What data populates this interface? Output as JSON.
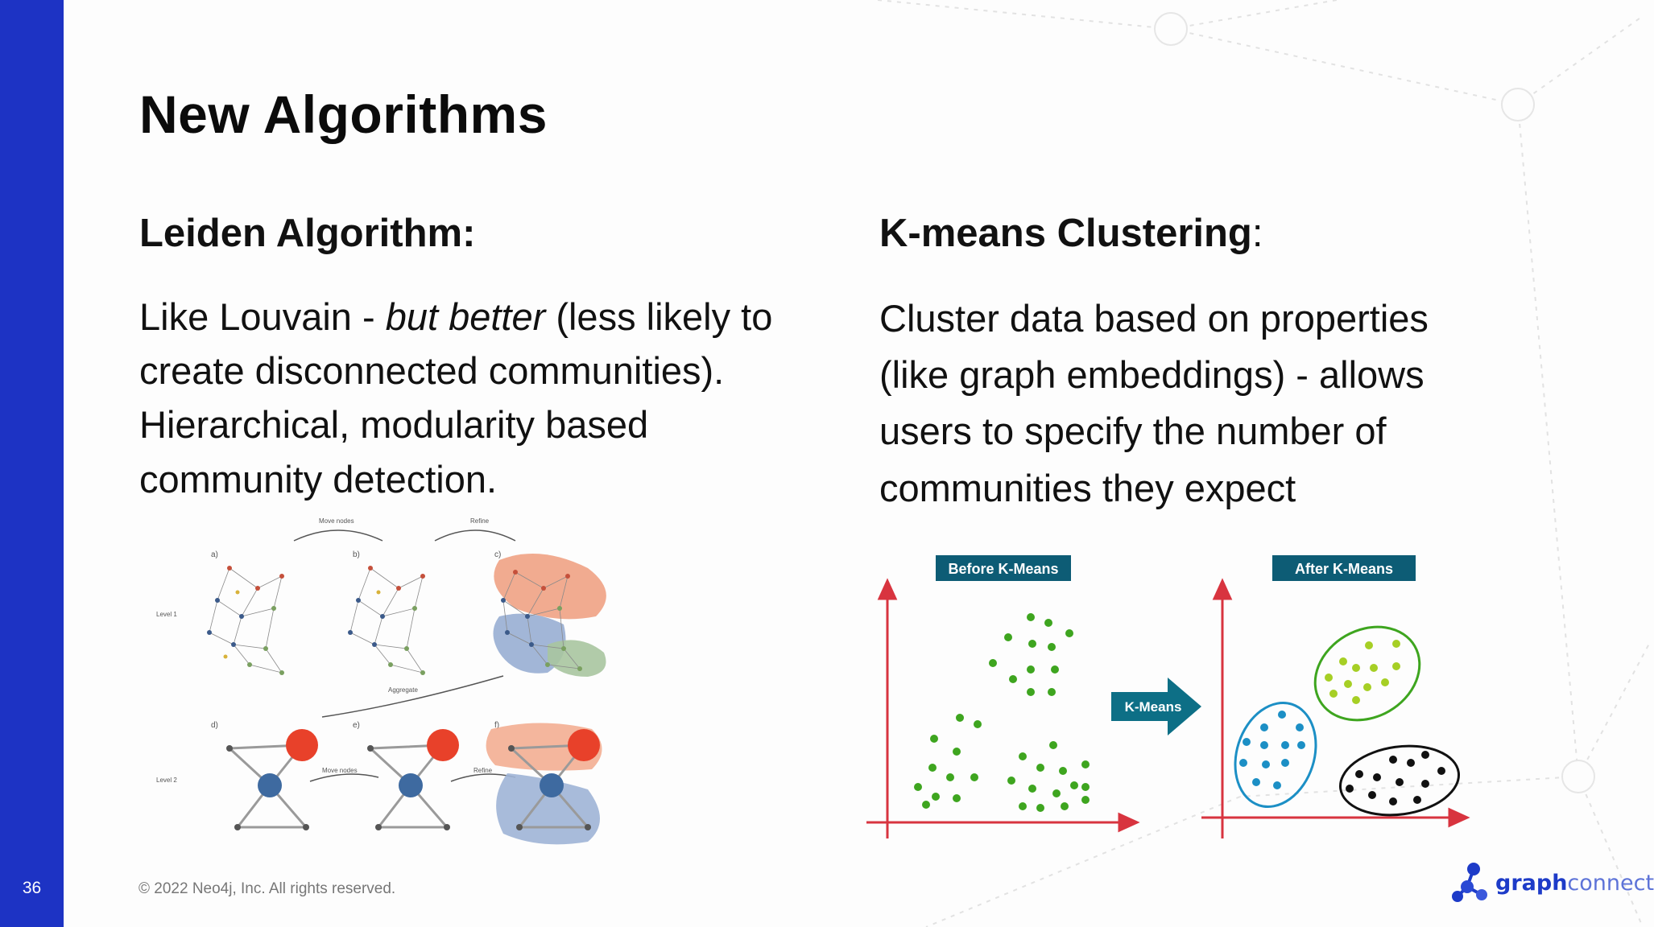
{
  "slide": {
    "number": "36",
    "title": "New Algorithms",
    "left_column": {
      "heading": "Leiden Algorithm:",
      "body": {
        "line1_pre": "Like Louvain - ",
        "line1_italic": "but better",
        "line1_post": " (less likely to",
        "line2": "create disconnected communities).",
        "line3": "Hierarchical, modularity based",
        "line4": "community detection."
      }
    },
    "right_column": {
      "heading": "K-means Clustering",
      "heading_suffix": ":",
      "body": {
        "line1": "Cluster data based on properties",
        "line2": "(like graph embeddings) - allows",
        "line3": "users to specify the number of",
        "line4": "communities they expect"
      }
    },
    "leiden_figure": {
      "arrow_labels": [
        "Move nodes",
        "Refine",
        "Aggregate",
        "Move nodes",
        "Refine"
      ],
      "panel_labels": [
        "a)",
        "b)",
        "c)",
        "d)",
        "e)",
        "f)"
      ],
      "level_labels": [
        "Level 1",
        "Level 2"
      ]
    },
    "kmeans_figure": {
      "before_label": "Before K-Means",
      "after_label": "After K-Means",
      "arrow_label": "K-Means",
      "colors": {
        "label_bg": "#0d5c75",
        "axis": "#d8343f",
        "green_points": "#3ea51f",
        "blue_points": "#1c8fc5",
        "yellow_points": "#a6cf25",
        "black_points": "#111111"
      }
    },
    "footer": {
      "copyright": "© 2022 Neo4j, Inc. All rights reserved.",
      "logo_text_bold": "graph",
      "logo_text_light": "connect"
    },
    "colors": {
      "accent_bar": "#1d33c4",
      "logo_blue": "#1d3bc8"
    }
  }
}
